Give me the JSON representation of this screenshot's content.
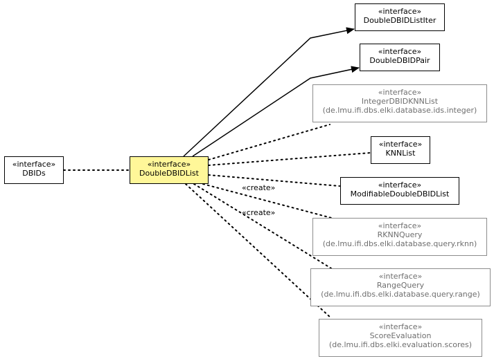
{
  "colors": {
    "center_fill": "#fff799",
    "border": "#000000",
    "external_border": "#8c8c8c",
    "external_text": "#6e6e6e"
  },
  "nodes": {
    "dbids": {
      "stereotype": "«interface»",
      "name": "DBIDs"
    },
    "center": {
      "stereotype": "«interface»",
      "name": "DoubleDBIDList"
    },
    "listiter": {
      "stereotype": "«interface»",
      "name": "DoubleDBIDListIter"
    },
    "pair": {
      "stereotype": "«interface»",
      "name": "DoubleDBIDPair"
    },
    "integerknn": {
      "stereotype": "«interface»",
      "name": "IntegerDBIDKNNList",
      "package": "(de.lmu.ifi.dbs.elki.database.ids.integer)"
    },
    "knnlist": {
      "stereotype": "«interface»",
      "name": "KNNList"
    },
    "modifiable": {
      "stereotype": "«interface»",
      "name": "ModifiableDoubleDBIDList"
    },
    "rknnquery": {
      "stereotype": "«interface»",
      "name": "RKNNQuery",
      "package": "(de.lmu.ifi.dbs.elki.database.query.rknn)"
    },
    "rangequery": {
      "stereotype": "«interface»",
      "name": "RangeQuery",
      "package": "(de.lmu.ifi.dbs.elki.database.query.range)"
    },
    "scoreeval": {
      "stereotype": "«interface»",
      "name": "ScoreEvaluation",
      "package": "(de.lmu.ifi.dbs.elki.evaluation.scores)"
    }
  },
  "edge_labels": {
    "create_rknn": "«create»",
    "create_range": "«create»"
  }
}
